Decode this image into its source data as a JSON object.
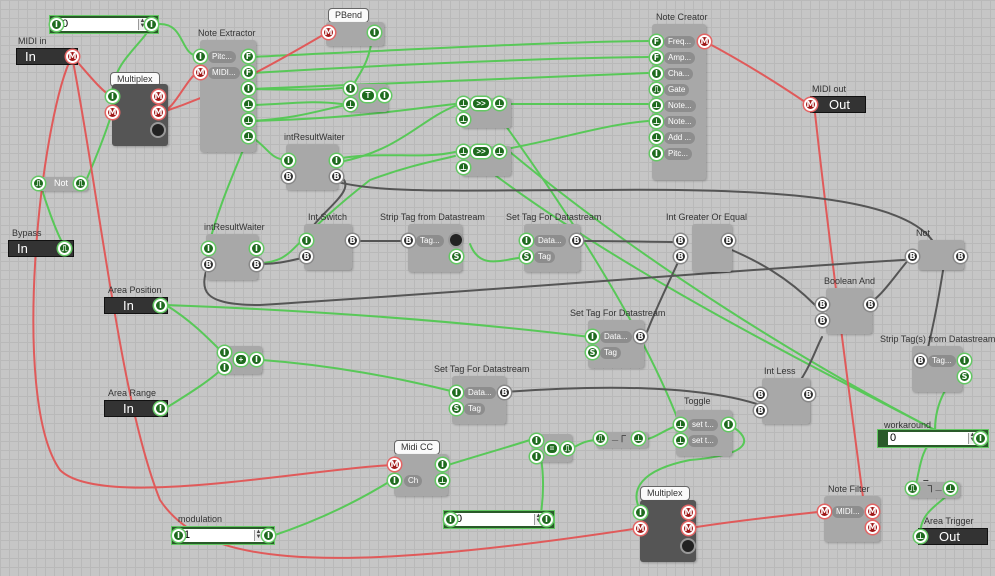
{
  "nodes": {
    "const_top": {
      "value": "0"
    },
    "midi_in": {
      "title": "MIDI in",
      "field": "In"
    },
    "bypass": {
      "title": "Bypass",
      "field": "In"
    },
    "not_small": {
      "label": "Not"
    },
    "multiplex1": {
      "title": "Multiplex"
    },
    "note_extractor": {
      "title": "Note Extractor",
      "ports": [
        "Pitc...",
        "MIDI..."
      ]
    },
    "pbend": {
      "title": "PBend"
    },
    "note_creator": {
      "title": "Note Creator",
      "ports": [
        "Freq...",
        "Amp...",
        "Cha...",
        "Gate",
        "Note...",
        "Note...",
        "Add ...",
        "Pitc..."
      ]
    },
    "midi_out": {
      "title": "MIDI out",
      "field": "Out"
    },
    "int_result_waiter1": {
      "title": "intResultWaiter"
    },
    "int_result_waiter2": {
      "title": "intResultWaiter"
    },
    "int_switch": {
      "title": "Int Switch"
    },
    "strip_tag": {
      "title": "Strip Tag from Datastream",
      "port": "Tag..."
    },
    "set_tag1": {
      "title": "Set Tag For Datastream",
      "ports": [
        "Data...",
        "Tag"
      ]
    },
    "int_ge": {
      "title": "Int Greater Or Equal"
    },
    "not_big": {
      "title": "Not"
    },
    "bool_and": {
      "title": "Boolean And"
    },
    "area_position": {
      "title": "Area Position",
      "field": "In"
    },
    "set_tag2": {
      "title": "Set Tag For Datastream",
      "ports": [
        "Data...",
        "Tag"
      ]
    },
    "strip_tags": {
      "title": "Strip Tag(s) from Datastream",
      "port": "Tag..."
    },
    "area_range": {
      "title": "Area Range",
      "field": "In"
    },
    "set_tag3": {
      "title": "Set Tag For Datastream",
      "ports": [
        "Data...",
        "Tag"
      ]
    },
    "int_less": {
      "title": "Int Less"
    },
    "toggle": {
      "title": "Toggle",
      "ports": [
        "set t...",
        "set t..."
      ]
    },
    "workaround": {
      "title": "workaround",
      "value": "0"
    },
    "midi_cc": {
      "title": "Midi CC",
      "port": "Ch"
    },
    "const_mid": {
      "value": "0"
    },
    "modulation": {
      "title": "modulation",
      "value": "1"
    },
    "multiplex2": {
      "title": "Multiplex"
    },
    "note_filter": {
      "title": "Note Filter",
      "port": "MIDI..."
    },
    "area_trigger": {
      "title": "Area Trigger",
      "field": "Out"
    }
  },
  "ops": {
    "plus": "+",
    "equals": "=",
    "shift1": ">>",
    "shift2": ">>",
    "t": "T"
  },
  "colors": {
    "int_wire": "#58c858",
    "midi_wire": "#e05a5a",
    "bool_wire": "#4a4a4a",
    "background": "#c6c6c6"
  }
}
